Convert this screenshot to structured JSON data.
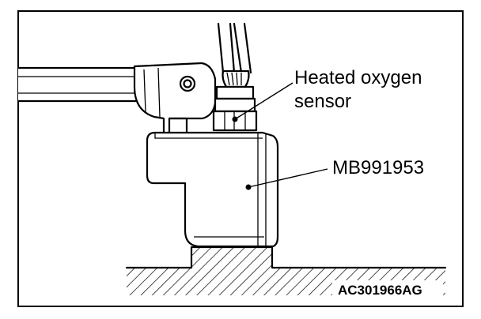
{
  "labels": {
    "sensor_line1": "Heated oxygen",
    "sensor_line2": "sensor",
    "tool": "MB991953",
    "figure_code": "AC301966AG"
  }
}
